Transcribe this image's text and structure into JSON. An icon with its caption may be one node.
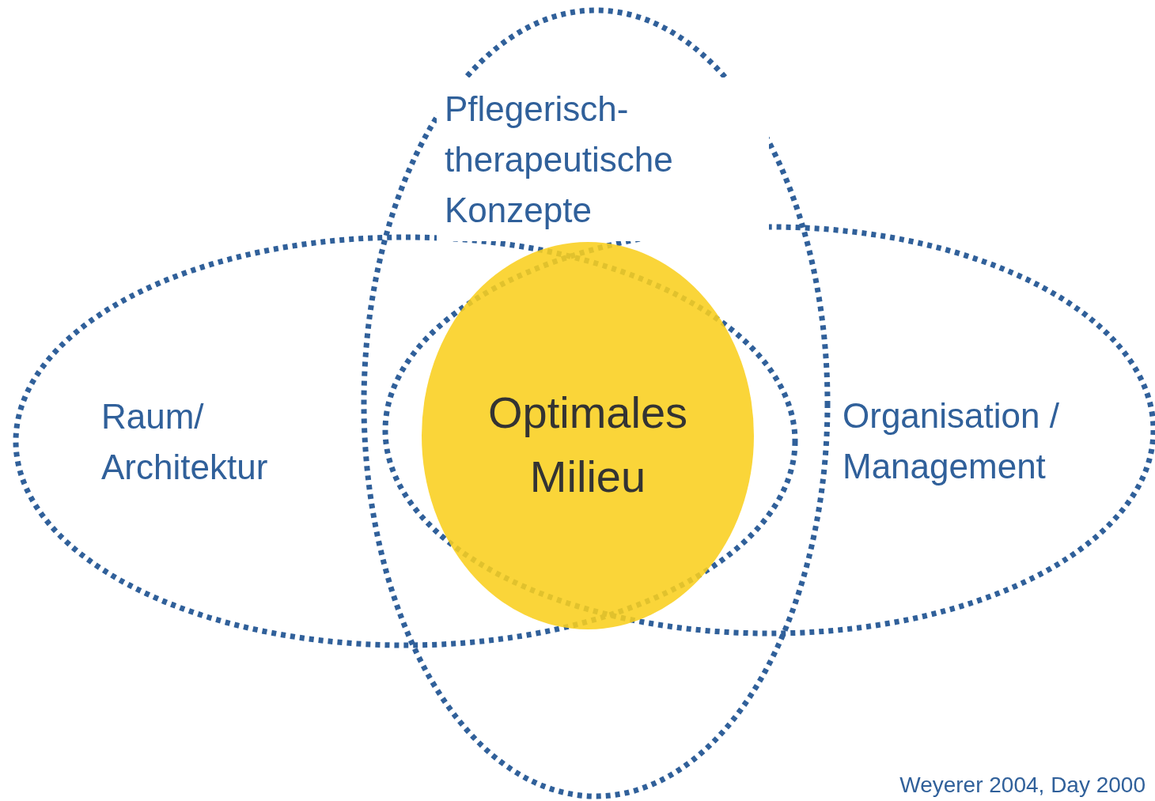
{
  "diagram": {
    "caption": "Weyerer 2004, Day 2000",
    "nodes": [
      {
        "text": [
          "Pflegerisch-therapeutische Konzepte"
        ]
      },
      {
        "text": [
          "Raum/ Architektur"
        ]
      },
      {
        "text": [
          "Organisation / Management"
        ]
      },
      {
        "text": [
          "Optimales Milieu"
        ]
      }
    ],
    "edges": []
  }
}
